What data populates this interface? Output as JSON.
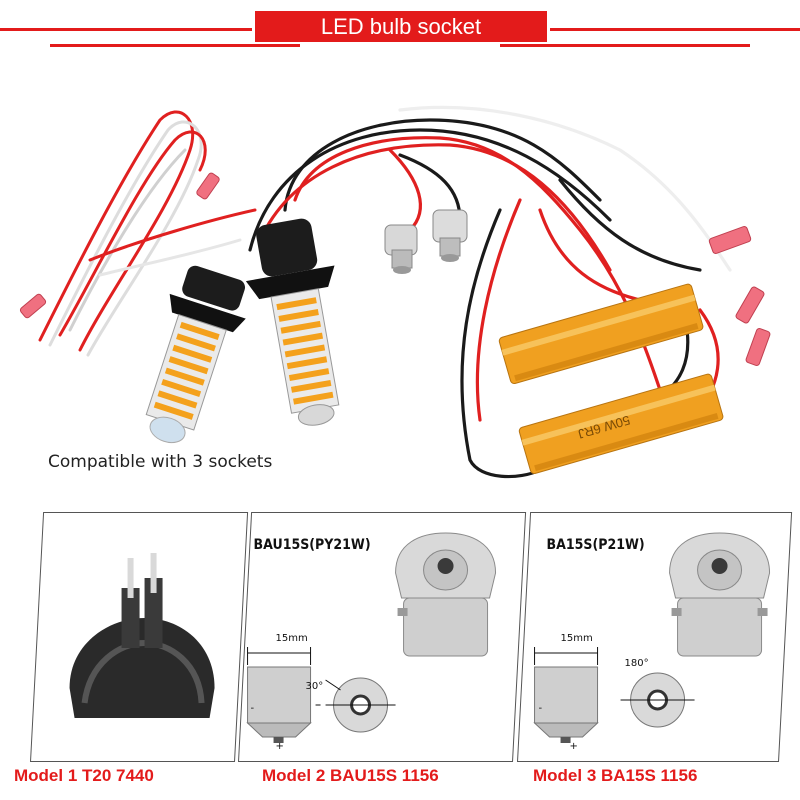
{
  "header": {
    "title": "LED bulb socket"
  },
  "photo": {
    "caption": "Compatible with 3 sockets",
    "resistor_marking": "50W 6RJ"
  },
  "panels": [
    {
      "label": "",
      "model": "Model 1 T20 7440"
    },
    {
      "label": "BAU15S(PY21W)",
      "dimension": "15mm",
      "angle": "30°",
      "model": "Model 2 BAU15S 1156"
    },
    {
      "label": "BA15S(P21W)",
      "dimension": "15mm",
      "angle": "180°",
      "model": "Model 3 BA15S 1156"
    }
  ],
  "symbols": {
    "minus": "-",
    "plus": "+"
  },
  "colors": {
    "accent": "#e31b1b",
    "resistor": "#f0a020",
    "wire_red": "#e02020",
    "wire_black": "#1a1a1a"
  }
}
